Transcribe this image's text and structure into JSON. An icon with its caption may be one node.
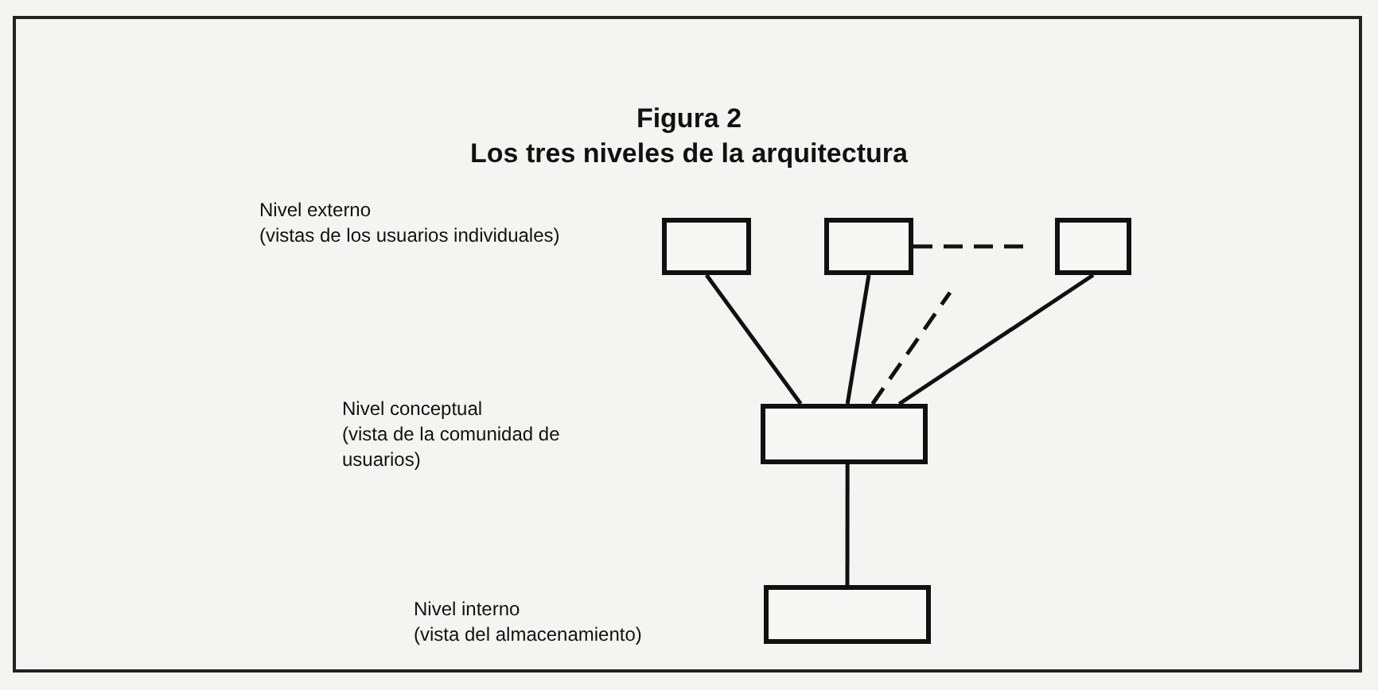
{
  "diagram": {
    "title": "Figura 2 Los tres niveles de la arquitectura",
    "nodes": [
      {
        "text": [],
        "shape": "box"
      },
      {
        "text": [],
        "shape": "box"
      },
      {
        "text": [],
        "shape": "box"
      },
      {
        "text": [],
        "shape": "box"
      },
      {
        "text": [],
        "shape": "box"
      }
    ],
    "edges": [
      {
        "from": 0,
        "to": 3,
        "arrow": "none"
      },
      {
        "from": 1,
        "to": 3,
        "arrow": "none"
      },
      {
        "from": 2,
        "to": 3,
        "arrow": "none"
      },
      {
        "from": 1,
        "to": null,
        "arrow": "none",
        "style": "dashed"
      },
      {
        "from": 3,
        "to": null,
        "arrow": "none",
        "style": "dashed"
      },
      {
        "from": 3,
        "to": 4,
        "arrow": "none"
      }
    ],
    "labels": [
      "Nivel externo",
      "(vistas de los usuarios individuales)",
      "Nivel conceptual",
      "(vista de la comunidad de usuarios)",
      "Nivel interno",
      "(vista del almacenamiento)"
    ]
  }
}
